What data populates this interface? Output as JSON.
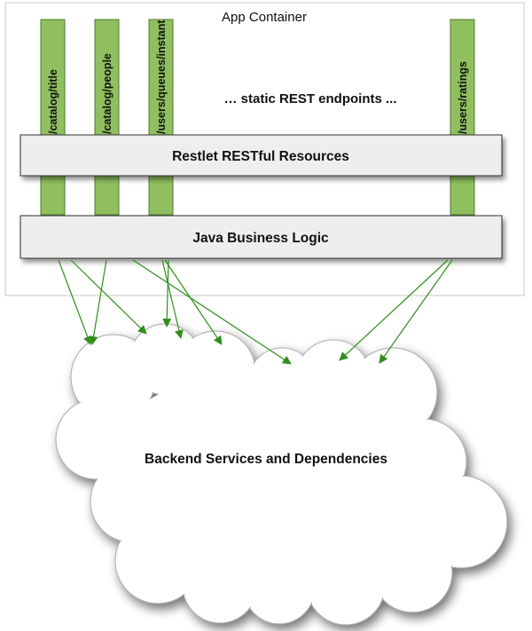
{
  "container": {
    "title": "App Container"
  },
  "endpoints": [
    {
      "label": "/catalog/title"
    },
    {
      "label": "/catalog/people"
    },
    {
      "label": "/users/queues/instant"
    },
    {
      "label": "/users/ratings"
    }
  ],
  "static_note": "… static REST endpoints ...",
  "layers": {
    "restlet": "Restlet RESTful Resources",
    "business": "Java Business Logic"
  },
  "backend": {
    "label": "Backend Services and Dependencies"
  },
  "colors": {
    "endpoint_fill": "#8fbf5e",
    "endpoint_stroke": "#4f7a2e",
    "layer_fill": "#eeeeee",
    "arrow": "#2f8f1a"
  }
}
